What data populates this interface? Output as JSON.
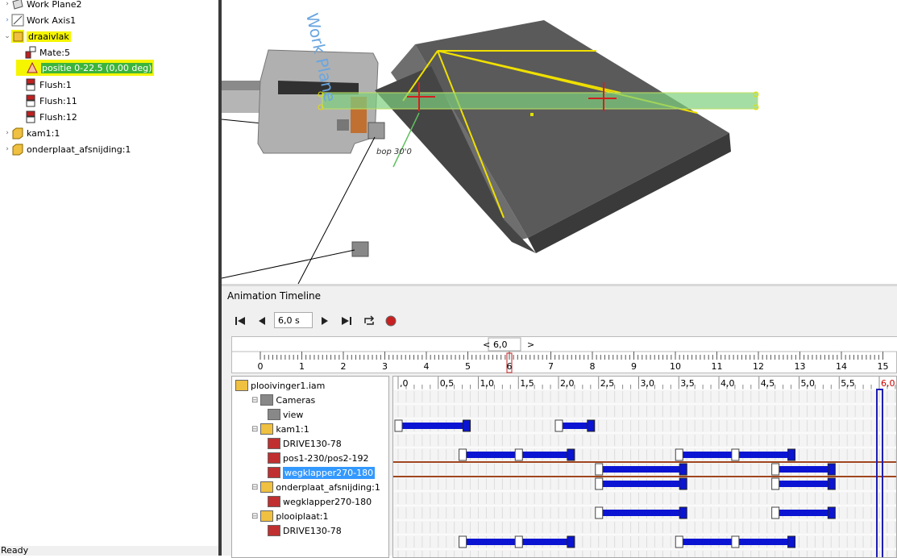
{
  "browser": {
    "items": [
      {
        "label": "Work Plane2",
        "icon": "work-plane-icon"
      },
      {
        "label": "Work Axis1",
        "icon": "work-axis-icon"
      },
      {
        "label": "draaivlak",
        "icon": "subassembly-icon"
      },
      {
        "label": "Mate:5",
        "icon": "mate-constraint-icon"
      },
      {
        "label": "positie 0-22.5 (0,00 deg)",
        "icon": "angle-constraint-icon"
      },
      {
        "label": "Flush:1",
        "icon": "flush-constraint-icon"
      },
      {
        "label": "Flush:11",
        "icon": "flush-constraint-icon"
      },
      {
        "label": "Flush:12",
        "icon": "flush-constraint-icon"
      },
      {
        "label": "kam1:1",
        "icon": "part-icon"
      },
      {
        "label": "onderplaat_afsnijding:1",
        "icon": "part-icon"
      }
    ]
  },
  "status": "Ready",
  "viewport": {
    "workplane_label": "Work Plane",
    "small_label": "bop 30'0"
  },
  "animation": {
    "title": "Animation Timeline",
    "time_value": "6,0 s",
    "slider_value": "6,0",
    "slider_prev": "<",
    "slider_next": ">",
    "ruler_top_ticks": [
      "0",
      "1",
      "2",
      "3",
      "4",
      "5",
      "6",
      "7",
      "8",
      "9",
      "10",
      "11",
      "12",
      "13",
      "14",
      "15"
    ],
    "ruler_track_ticks": [
      ",0",
      "0,5",
      "1,0",
      "1,5",
      "2,0",
      "2,5",
      "3,0",
      "3,5",
      "4,0",
      "4,5",
      "5,0",
      "5,5",
      "6,0"
    ],
    "current_time": 6.0,
    "tree": [
      {
        "label": "plooivinger1.iam",
        "level": 0,
        "icon": "assembly-icon"
      },
      {
        "label": "Cameras",
        "level": 1,
        "icon": "cameras-icon"
      },
      {
        "label": "view",
        "level": 2,
        "icon": "camera-icon"
      },
      {
        "label": "kam1:1",
        "level": 1,
        "icon": "part-icon"
      },
      {
        "label": "DRIVE130-78",
        "level": 2,
        "icon": "drive-icon"
      },
      {
        "label": "pos1-230/pos2-192",
        "level": 2,
        "icon": "constraint-icon"
      },
      {
        "label": "wegklapper270-180",
        "level": 2,
        "icon": "angle-constraint-icon",
        "selected": true
      },
      {
        "label": "onderplaat_afsnijding:1",
        "level": 1,
        "icon": "part-icon"
      },
      {
        "label": "wegklapper270-180",
        "level": 2,
        "icon": "angle-constraint-icon"
      },
      {
        "label": "plooiplaat:1",
        "level": 1,
        "icon": "part-icon"
      },
      {
        "label": "DRIVE130-78",
        "level": 2,
        "icon": "drive-icon"
      }
    ],
    "tracks": [
      {
        "row": 2,
        "segments": [
          [
            0.0,
            0.85
          ],
          [
            2.0,
            2.4
          ]
        ]
      },
      {
        "row": 4,
        "segments": [
          [
            0.8,
            1.5,
            2.15
          ],
          [
            3.5,
            4.2,
            4.9
          ]
        ]
      },
      {
        "row": 5,
        "segments": [
          [
            2.5,
            3.55
          ],
          [
            4.7,
            5.4
          ]
        ]
      },
      {
        "row": 6,
        "segments": [
          [
            2.5,
            3.55
          ],
          [
            4.7,
            5.4
          ]
        ]
      },
      {
        "row": 8,
        "segments": [
          [
            2.5,
            3.55
          ],
          [
            4.7,
            5.4
          ]
        ]
      },
      {
        "row": 10,
        "segments": [
          [
            0.8,
            1.5,
            2.15
          ],
          [
            3.5,
            4.2,
            4.9
          ]
        ]
      }
    ],
    "colors": {
      "bar": "#0a14d2",
      "cursor": "#1e1eb4",
      "current_label": "#cc0000",
      "selection_line": "#a0461e"
    }
  }
}
